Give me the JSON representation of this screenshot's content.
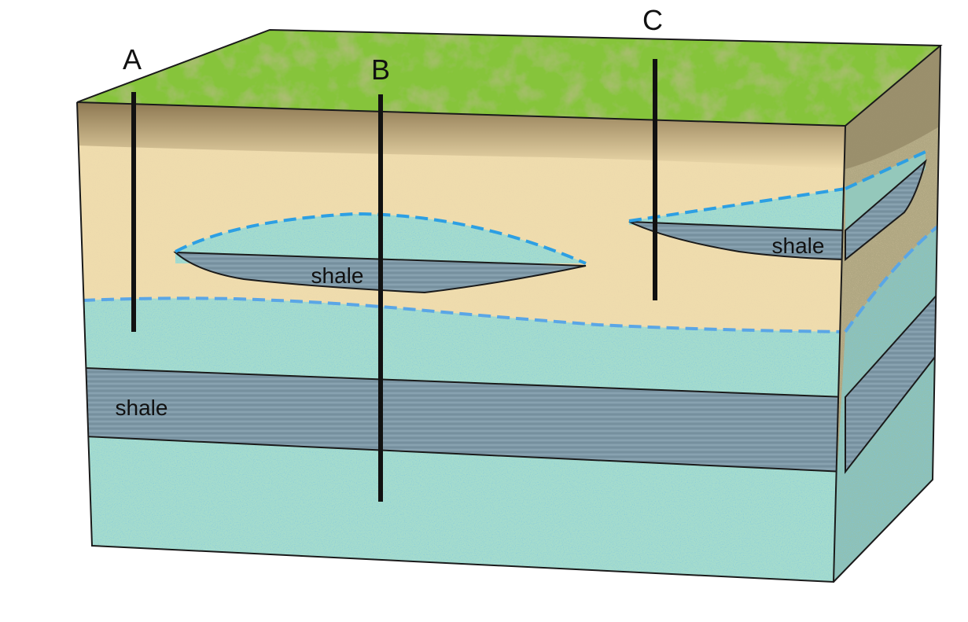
{
  "wells": [
    {
      "id": "A",
      "label": "A"
    },
    {
      "id": "B",
      "label": "B"
    },
    {
      "id": "C",
      "label": "C"
    }
  ],
  "layers": {
    "lens_left_label": "shale",
    "lens_right_label": "shale",
    "confining_label": "shale"
  },
  "colors": {
    "grass": "#86c43a",
    "soil": "#a08a5e",
    "sand": "#efdcad",
    "aquifer": "#a5dccd",
    "shale": "#7d97a6",
    "water_table": "#2d9fe3",
    "well": "#111111"
  }
}
